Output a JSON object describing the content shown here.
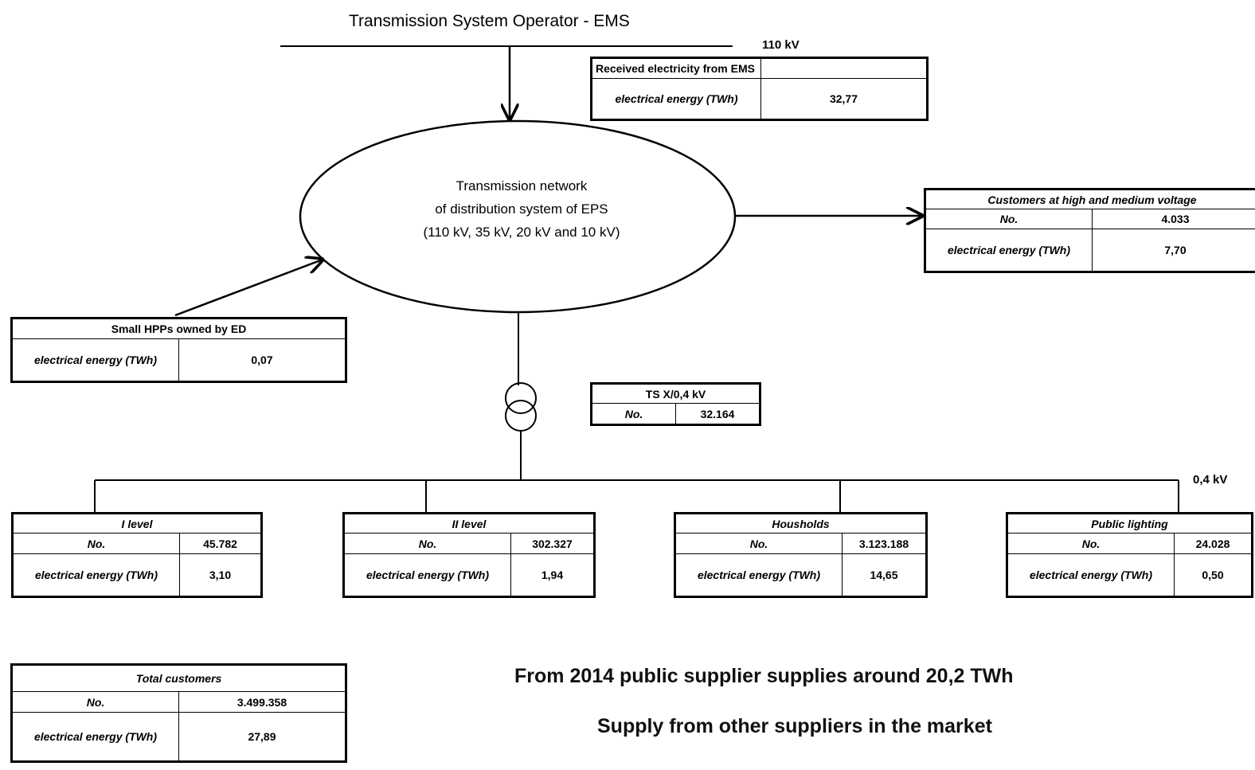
{
  "top_title": "Transmission System Operator - EMS",
  "voltage_110": "110 kV",
  "voltage_04": "0,4 kV",
  "network": {
    "line1": "Transmission network",
    "line2": "of distribution system of EPS",
    "line3": "(110 kV, 35 kV, 20 kV and 10 kV)"
  },
  "received": {
    "caption": "Received electricity from EMS",
    "energy_label": "electrical energy (TWh)",
    "energy_value": "32,77"
  },
  "hv_customers": {
    "caption": "Customers at high and medium voltage",
    "no_label": "No.",
    "no_value": "4.033",
    "energy_label": "electrical energy (TWh)",
    "energy_value": "7,70"
  },
  "small_hpp": {
    "caption": "Small HPPs owned by ED",
    "energy_label": "electrical energy (TWh)",
    "energy_value": "0,07"
  },
  "ts": {
    "caption": "TS X/0,4  kV",
    "no_label": "No.",
    "no_value": "32.164"
  },
  "groups": [
    {
      "caption": "I level",
      "no_label": "No.",
      "no_value": "45.782",
      "energy_label": "electrical energy (TWh)",
      "energy_value": "3,10"
    },
    {
      "caption": "II level",
      "no_label": "No.",
      "no_value": "302.327",
      "energy_label": "electrical energy (TWh)",
      "energy_value": "1,94"
    },
    {
      "caption": "Housholds",
      "no_label": "No.",
      "no_value": "3.123.188",
      "energy_label": "electrical energy (TWh)",
      "energy_value": "14,65"
    },
    {
      "caption": "Public lighting",
      "no_label": "No.",
      "no_value": "24.028",
      "energy_label": "electrical energy (TWh)",
      "energy_value": "0,50"
    }
  ],
  "total": {
    "caption": "Total customers",
    "no_label": "No.",
    "no_value": "3.499.358",
    "energy_label": "electrical energy (TWh)",
    "energy_value": "27,89"
  },
  "note1": "From 2014 public supplier supplies around 20,2 TWh",
  "note2": "Supply from other suppliers in the market"
}
